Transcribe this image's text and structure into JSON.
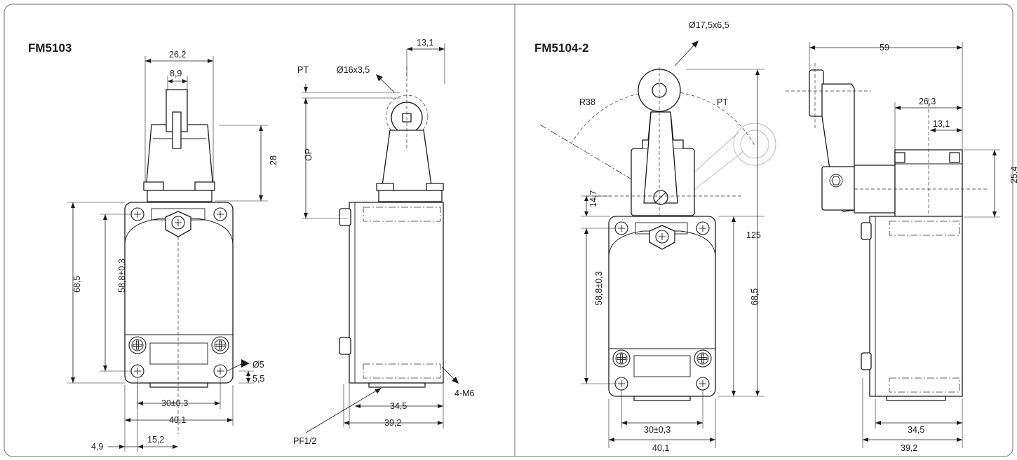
{
  "models": [
    {
      "name": "FM5103",
      "dims": {
        "top_width": "26,2",
        "roller_width": "8,9",
        "roller_height": "28",
        "body_height": "68,5",
        "hole_spacing_v": "58,8±0,3",
        "hole_spacing_h": "30±0,3",
        "body_width": "40,1",
        "edge_offset": "4,9",
        "center_offset": "15,2",
        "hole_dia": "Ø5",
        "hole_offset": "5,5"
      },
      "side": {
        "roller_dia": "Ø16x3,5",
        "roller_offset": "13,1",
        "pt": "PT",
        "op": "OP",
        "depth_inner": "34,5",
        "depth_outer": "39,2",
        "thread": "4-M6",
        "conduit": "PF1/2"
      }
    },
    {
      "name": "FM5104-2",
      "dims": {
        "roller_dia": "Ø17,5x6,5",
        "radius": "R38",
        "pt": "PT",
        "lever_height": "14,7",
        "hole_spacing_v": "58,8±0,3",
        "body_height": "68,5",
        "total_height": "125",
        "hole_spacing_h": "30±0,3",
        "body_width": "40,1"
      },
      "side": {
        "total_depth": "59",
        "head_depth": "26,3",
        "roller_offset": "13,1",
        "head_height": "25,4",
        "depth_inner": "34,5",
        "depth_outer": "39,2"
      }
    }
  ]
}
